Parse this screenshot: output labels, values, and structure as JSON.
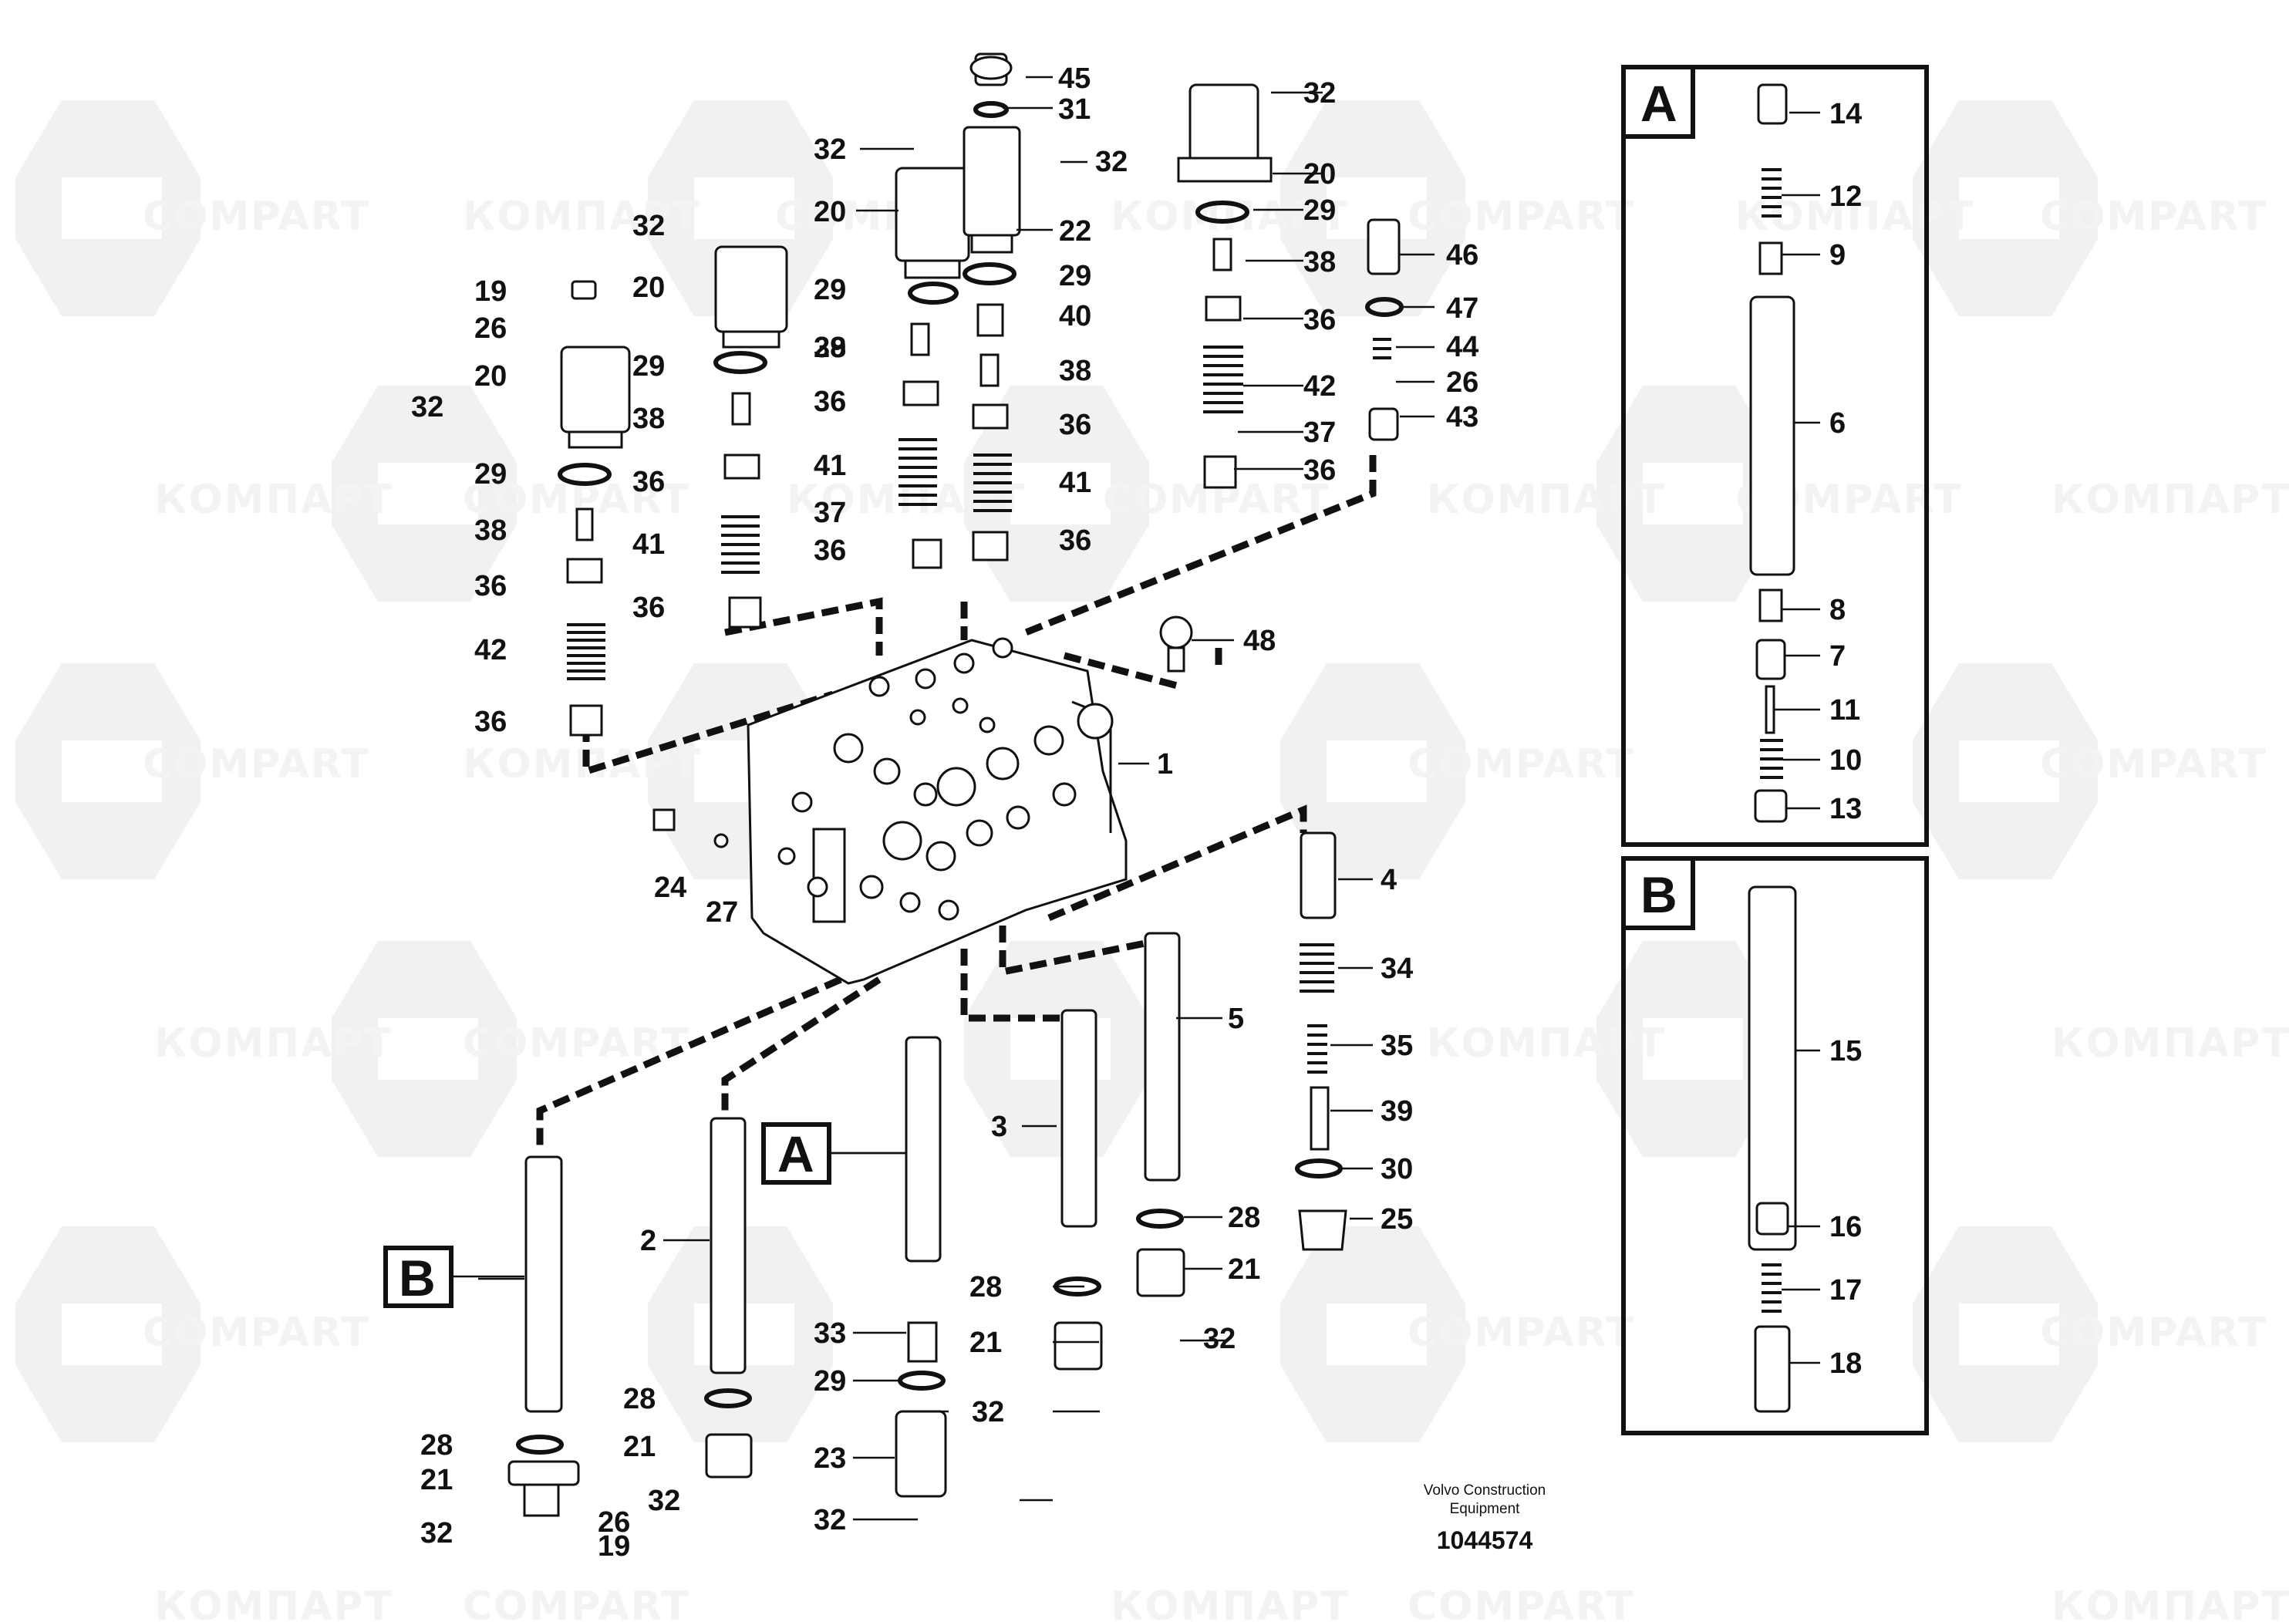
{
  "watermark": {
    "brand_latin": "COMPART",
    "brand_cyrillic": "КОМПАРТ"
  },
  "inset_a": {
    "letter": "A",
    "callouts": [
      "14",
      "12",
      "9",
      "6",
      "8",
      "7",
      "11",
      "10",
      "13"
    ]
  },
  "inset_b": {
    "letter": "B",
    "callouts": [
      "15",
      "16",
      "17",
      "18"
    ]
  },
  "main_labels": {
    "a": "A",
    "b": "B"
  },
  "callouts": [
    "45",
    "31",
    "32",
    "32",
    "20",
    "22",
    "32",
    "20",
    "29",
    "29",
    "19",
    "26",
    "20",
    "32",
    "29",
    "38",
    "29",
    "40",
    "38",
    "36",
    "38",
    "41",
    "37",
    "36",
    "36",
    "41",
    "36",
    "29",
    "36",
    "38",
    "36",
    "41",
    "36",
    "42",
    "36",
    "32",
    "20",
    "29",
    "38",
    "36",
    "42",
    "37",
    "36",
    "46",
    "47",
    "44",
    "26",
    "43",
    "48",
    "1",
    "24",
    "27",
    "4",
    "34",
    "5",
    "35",
    "3",
    "39",
    "30",
    "28",
    "25",
    "21",
    "2",
    "28",
    "21",
    "32",
    "33",
    "29",
    "32",
    "28",
    "21",
    "23",
    "32",
    "28",
    "21",
    "32",
    "26",
    "19",
    "32"
  ],
  "footer": {
    "line1": "Volvo Construction",
    "line2": "Equipment",
    "doc_number": "1044574"
  }
}
